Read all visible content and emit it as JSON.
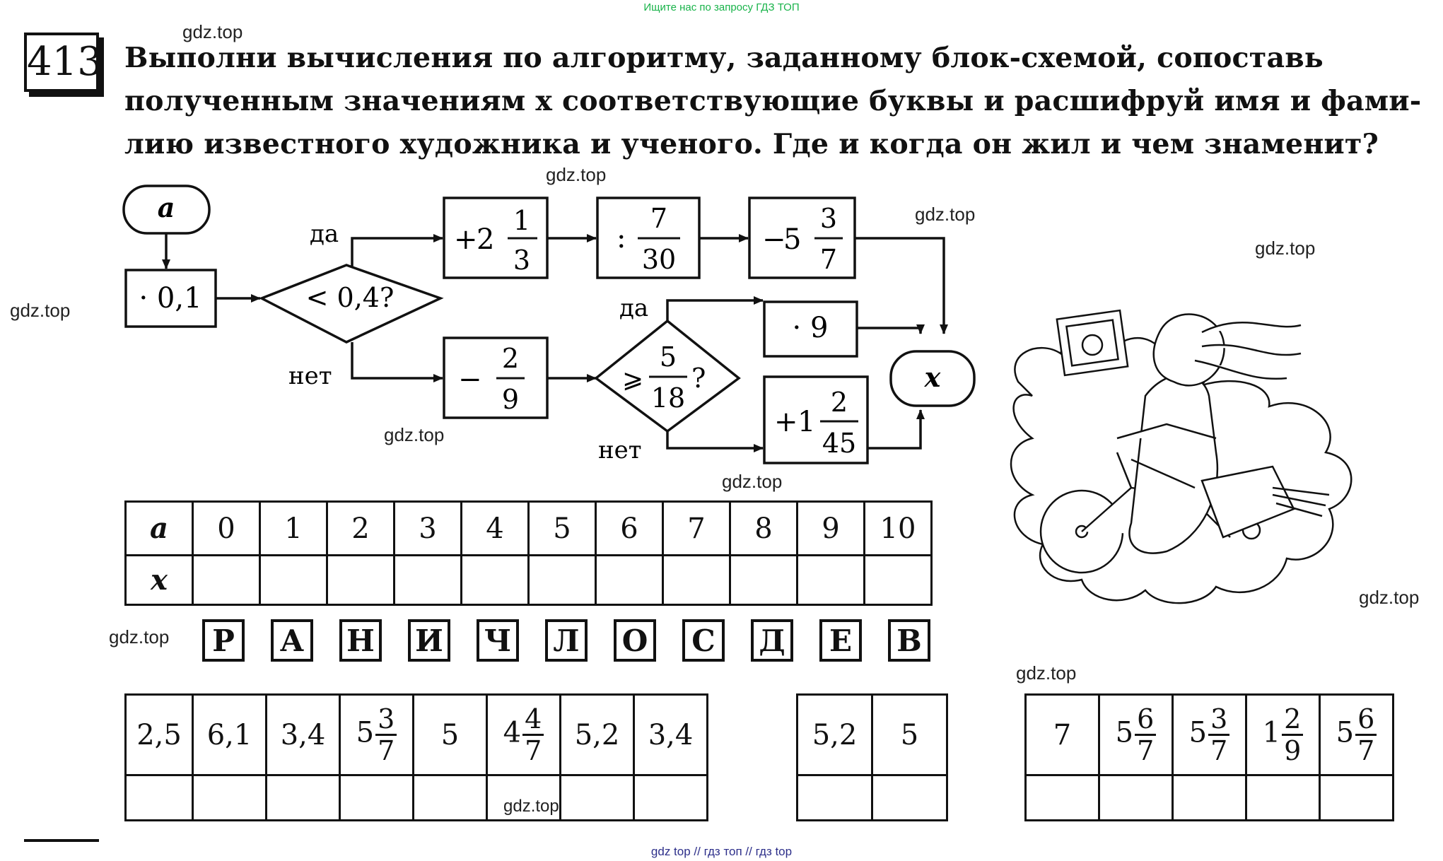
{
  "top_note": "Ищите нас по запросу ГДЗ ТОП",
  "problem_number": "413",
  "problem_lines": [
    "Выполни вычисления по алгоритму, заданному блок-схемой, сопоставь",
    "полученным значениям x соответствующие буквы и расшифруй имя и фами-",
    "лию известного художника и ученого. Где и когда он жил и чем знаменит?"
  ],
  "watermark": "gdz.top",
  "flowchart": {
    "start": "a",
    "multiply": "· 0,1",
    "condition1": "< 0,4?",
    "yes": "да",
    "no": "нет",
    "add_mixed": {
      "sign": "+",
      "whole": "2",
      "num": "1",
      "den": "3"
    },
    "divide": {
      "sign": ":",
      "num": "7",
      "den": "30"
    },
    "subtract_mixed": {
      "sign": "−",
      "whole": "5",
      "num": "3",
      "den": "7"
    },
    "subtract_frac": {
      "sign": "−",
      "num": "2",
      "den": "9"
    },
    "condition2": {
      "sign": "⩾",
      "num": "5",
      "den": "18",
      "q": "?"
    },
    "multiply9": "· 9",
    "add_mixed2": {
      "sign": "+",
      "whole": "1",
      "num": "2",
      "den": "45"
    },
    "end": "x"
  },
  "value_table": {
    "row_a_label": "a",
    "row_x_label": "x",
    "a_values": [
      "0",
      "1",
      "2",
      "3",
      "4",
      "5",
      "6",
      "7",
      "8",
      "9",
      "10"
    ]
  },
  "letters": [
    "Р",
    "А",
    "Н",
    "И",
    "Ч",
    "Л",
    "О",
    "С",
    "Д",
    "Е",
    "В"
  ],
  "answer_group1": [
    {
      "text": "2,5"
    },
    {
      "text": "6,1"
    },
    {
      "text": "3,4"
    },
    {
      "whole": "5",
      "num": "3",
      "den": "7"
    },
    {
      "text": "5"
    },
    {
      "whole": "4",
      "num": "4",
      "den": "7"
    },
    {
      "text": "5,2"
    },
    {
      "text": "3,4"
    }
  ],
  "answer_group2": [
    {
      "text": "5,2"
    },
    {
      "text": "5"
    }
  ],
  "answer_group3": [
    {
      "text": "7"
    },
    {
      "whole": "5",
      "num": "6",
      "den": "7"
    },
    {
      "whole": "5",
      "num": "3",
      "den": "7"
    },
    {
      "whole": "1",
      "num": "2",
      "den": "9"
    },
    {
      "whole": "5",
      "num": "6",
      "den": "7"
    }
  ],
  "footer": "gdz top  //  гдз топ  //  гдз top"
}
